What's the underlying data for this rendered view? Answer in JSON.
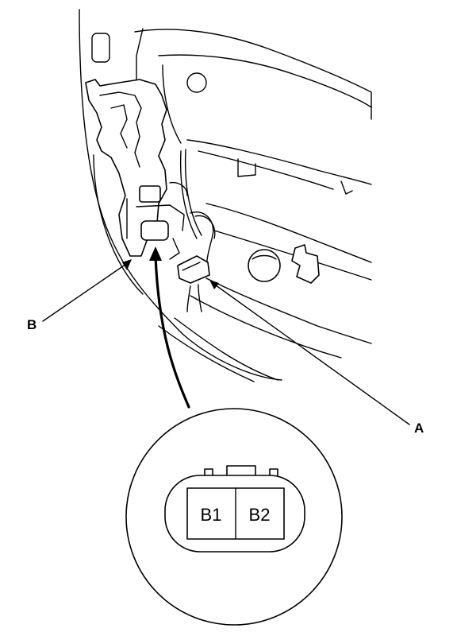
{
  "callouts": {
    "a": "A",
    "b": "B"
  },
  "connector": {
    "pins": [
      "B1",
      "B2"
    ]
  }
}
